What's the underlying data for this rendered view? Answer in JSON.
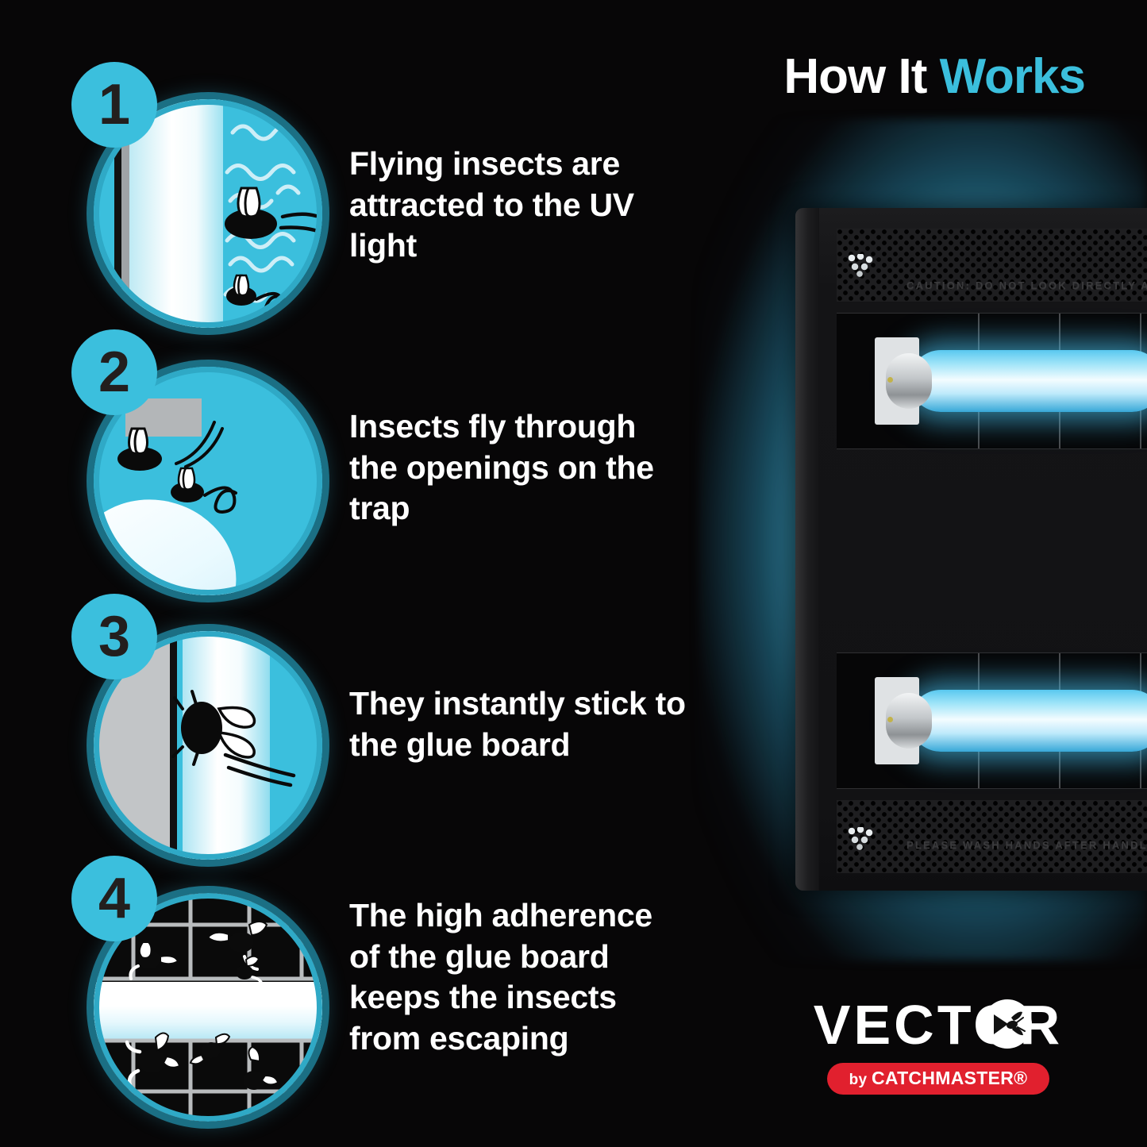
{
  "header": {
    "title_white": "How It",
    "title_accent": "Works"
  },
  "colors": {
    "background": "#070607",
    "accent_cyan": "#3bbfdd",
    "badge_number": "#231f1e",
    "brand_red": "#e1202e",
    "text_white": "#ffffff",
    "glow_blue": "#59cdec"
  },
  "steps": [
    {
      "number": "1",
      "text": "Flying insects are attracted to the UV light",
      "illustration": "uv-tube-with-flies"
    },
    {
      "number": "2",
      "text": "Insects fly through the openings on the trap",
      "illustration": "flies-entering-openings"
    },
    {
      "number": "3",
      "text": "They instantly stick to the glue board",
      "illustration": "fly-stuck-on-glue-board"
    },
    {
      "number": "4",
      "text": "The high adherence of the glue board keeps the insects from escaping",
      "illustration": "flies-trapped-on-grid"
    }
  ],
  "product": {
    "emboss_top": "CAUTION: DO NOT LOOK DIRECTLY AT LAMPS",
    "emboss_bottom": "PLEASE WASH HANDS AFTER HANDLING",
    "lamp_count": "2"
  },
  "logo": {
    "brand": "VECTOR",
    "by_label": "by ",
    "parent_brand": "CATCHMASTER®"
  }
}
